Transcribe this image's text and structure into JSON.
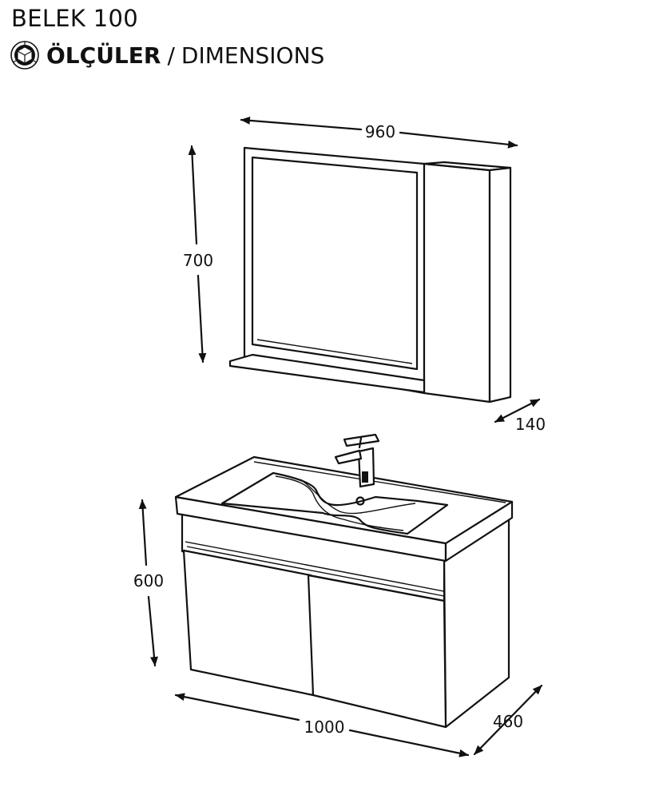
{
  "header": {
    "title": "BELEK 100",
    "subtitle_bold": "ÖLÇÜLER",
    "subtitle_sep": "/",
    "subtitle_rest": "DIMENSIONS",
    "icon": "dimension-cube-icon"
  },
  "dimensions": {
    "mirror_width": "960",
    "mirror_height": "700",
    "mirror_depth": "140",
    "vanity_height": "600",
    "vanity_width": "1000",
    "vanity_depth": "460"
  }
}
